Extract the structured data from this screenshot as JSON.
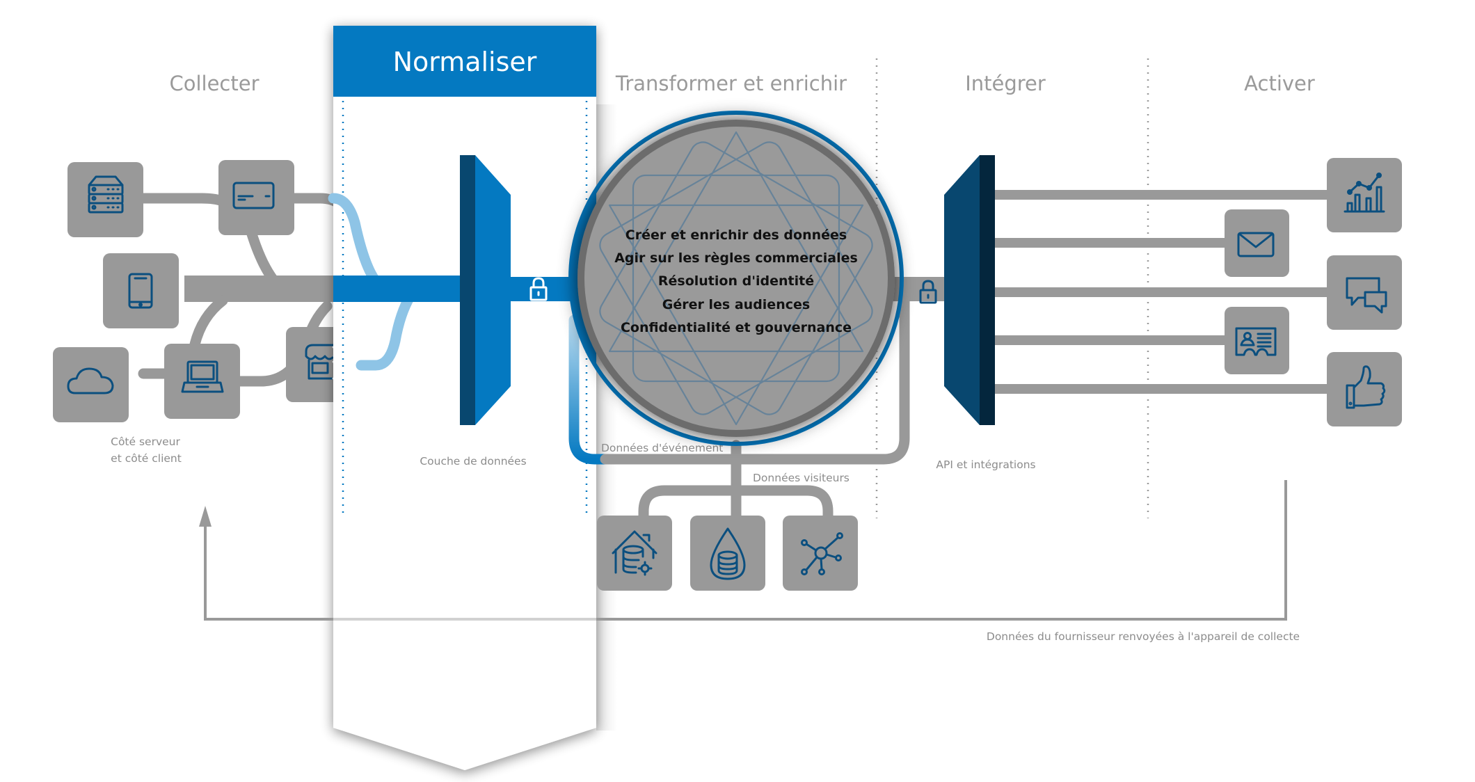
{
  "stages": {
    "collect": "Collecter",
    "normalize": "Normaliser",
    "transform": "Transformer et enrichir",
    "integrate": "Intégrer",
    "activate": "Activer"
  },
  "labels": {
    "sources_line1": "Côté serveur",
    "sources_line2": "et côté client",
    "data_layer": "Couche de données",
    "event_data": "Données d'événement",
    "visitor_data": "Données visiteurs",
    "api": "API et intégrations",
    "feedback": "Données du fournisseur renvoyées à l'appareil de collecte"
  },
  "hub": {
    "lines": [
      "Créer et enrichir des données",
      "Agir sur les règles commerciales",
      "Résolution d'identité",
      "Gérer les audiences",
      "Confidentialité et gouvernance"
    ]
  },
  "sources": [
    "server-icon",
    "credit-card-icon",
    "mobile-phone-icon",
    "cloud-icon",
    "laptop-icon",
    "store-icon"
  ],
  "storage": [
    "data-warehouse-icon",
    "data-lake-icon",
    "network-hub-icon"
  ],
  "destinations": [
    "analytics-chart-icon",
    "email-icon",
    "chat-bubbles-icon",
    "id-card-icon",
    "thumbs-up-icon"
  ],
  "colors": {
    "brand_blue": "#0479c1",
    "dark_blue": "#08476f",
    "light_blue": "#8ec4e6",
    "box_gray": "#999999",
    "icon_blue": "#0b4f7f"
  }
}
